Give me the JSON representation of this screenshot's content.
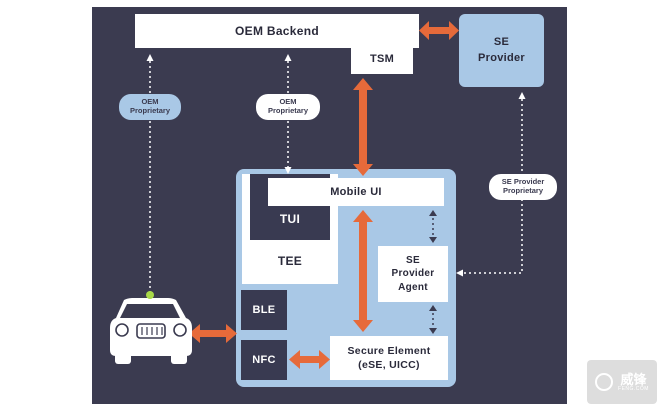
{
  "labels": {
    "oem_backend": "OEM Backend",
    "se_provider": "SE\nProvider",
    "tsm": "TSM",
    "oem_proprietary_1": "OEM\nProprietary",
    "oem_proprietary_2": "OEM\nProprietary",
    "se_provider_proprietary": "SE Provider\nProprietary",
    "mobile_ui": "Mobile UI",
    "tui": "TUI",
    "tee": "TEE",
    "se_provider_agent": "SE\nProvider\nAgent",
    "ble": "BLE",
    "nfc": "NFC",
    "secure_element": "Secure Element\n(eSE, UICC)"
  },
  "watermark": {
    "text": "威锋",
    "subtext": "FENG.COM"
  },
  "colors": {
    "panel_bg": "#3b3b50",
    "device_bg": "#a9c8e6",
    "box_white": "#ffffff",
    "box_dark": "#393a51",
    "arrow_orange": "#e66a3a",
    "pill_blue": "#a9c8e6",
    "pill_white": "#ffffff",
    "car": "#ffffff",
    "green_dot": "#a8d848"
  }
}
